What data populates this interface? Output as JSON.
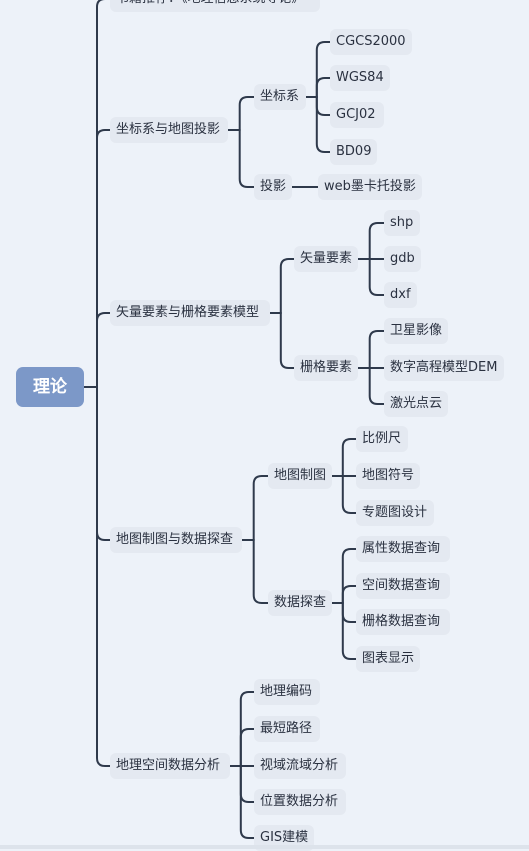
{
  "root": {
    "label": "理论"
  },
  "branches": [
    {
      "label": "书籍推荐：《地理信息系统导论》",
      "children": []
    },
    {
      "label": "坐标系与地图投影",
      "children": [
        {
          "label": "坐标系",
          "children": [
            {
              "label": "CGCS2000"
            },
            {
              "label": "WGS84"
            },
            {
              "label": "GCJ02"
            },
            {
              "label": "BD09"
            }
          ]
        },
        {
          "label": "投影",
          "children": [
            {
              "label": "web墨卡托投影"
            }
          ]
        }
      ]
    },
    {
      "label": "矢量要素与栅格要素模型",
      "children": [
        {
          "label": "矢量要素",
          "children": [
            {
              "label": "shp"
            },
            {
              "label": "gdb"
            },
            {
              "label": "dxf"
            }
          ]
        },
        {
          "label": "栅格要素",
          "children": [
            {
              "label": "卫星影像"
            },
            {
              "label": "数字高程模型DEM"
            },
            {
              "label": "激光点云"
            }
          ]
        }
      ]
    },
    {
      "label": "地图制图与数据探查",
      "children": [
        {
          "label": "地图制图",
          "children": [
            {
              "label": "比例尺"
            },
            {
              "label": "地图符号"
            },
            {
              "label": "专题图设计"
            }
          ]
        },
        {
          "label": "数据探查",
          "children": [
            {
              "label": "属性数据查询"
            },
            {
              "label": "空间数据查询"
            },
            {
              "label": "栅格数据查询"
            },
            {
              "label": "图表显示"
            }
          ]
        }
      ]
    },
    {
      "label": "地理空间数据分析",
      "children": [
        {
          "label": "地理编码"
        },
        {
          "label": "最短路径"
        },
        {
          "label": "视域流域分析"
        },
        {
          "label": "位置数据分析"
        },
        {
          "label": "GIS建模"
        }
      ]
    }
  ]
}
